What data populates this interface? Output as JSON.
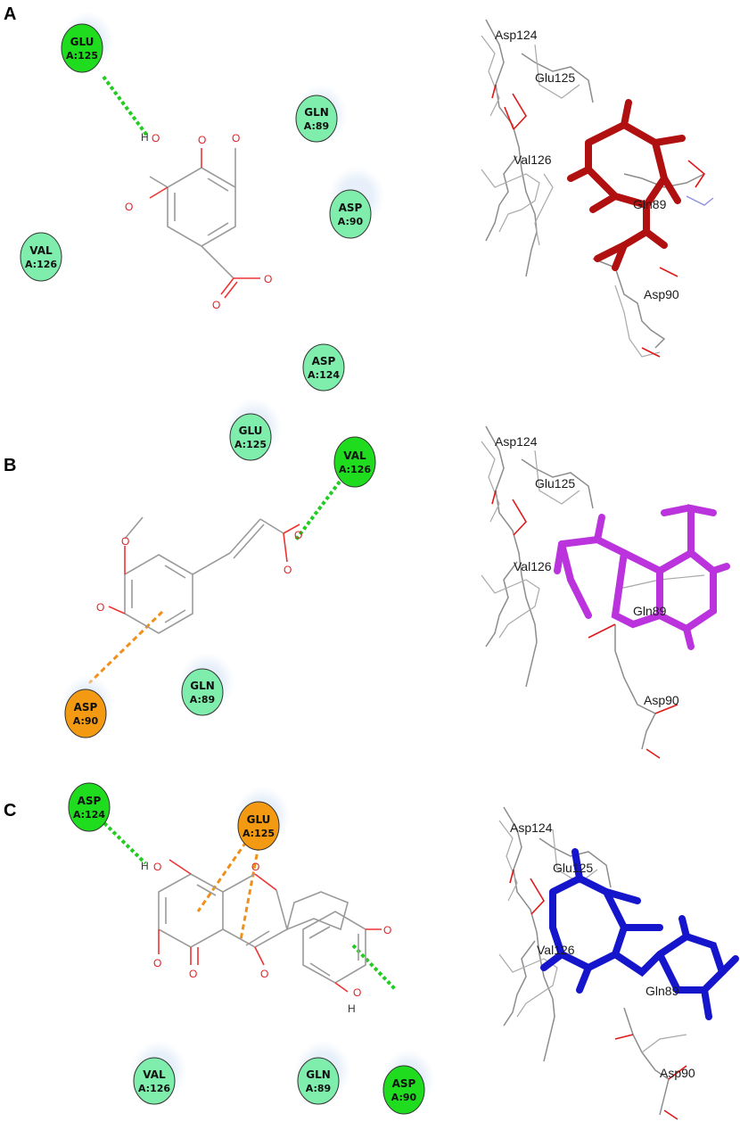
{
  "panels": [
    {
      "label": "A",
      "residues": [
        {
          "name": "GLU",
          "pos": "A:125",
          "type": "hbond"
        },
        {
          "name": "GLN",
          "pos": "A:89",
          "type": "vdw"
        },
        {
          "name": "ASP",
          "pos": "A:90",
          "type": "vdw"
        },
        {
          "name": "VAL",
          "pos": "A:126",
          "type": "vdw"
        },
        {
          "name": "ASP",
          "pos": "A:124",
          "type": "vdw"
        }
      ],
      "labels3d": [
        "Asp124",
        "Glu125",
        "Val126",
        "Gln89",
        "Asp90"
      ]
    },
    {
      "label": "B",
      "residues": [
        {
          "name": "GLU",
          "pos": "A:125",
          "type": "vdw"
        },
        {
          "name": "VAL",
          "pos": "A:126",
          "type": "hbond"
        },
        {
          "name": "ASP",
          "pos": "A:90",
          "type": "pi"
        },
        {
          "name": "GLN",
          "pos": "A:89",
          "type": "vdw"
        }
      ],
      "labels3d": [
        "Asp124",
        "Glu125",
        "Val126",
        "Gln89",
        "Asp90"
      ]
    },
    {
      "label": "C",
      "residues": [
        {
          "name": "ASP",
          "pos": "A:124",
          "type": "hbond"
        },
        {
          "name": "GLU",
          "pos": "A:125",
          "type": "pi"
        },
        {
          "name": "VAL",
          "pos": "A:126",
          "type": "vdw"
        },
        {
          "name": "GLN",
          "pos": "A:89",
          "type": "vdw"
        },
        {
          "name": "ASP",
          "pos": "A:90",
          "type": "hbond"
        }
      ],
      "labels3d": [
        "Asp124",
        "Glu125",
        "Val126",
        "Gln89",
        "Asp90"
      ]
    }
  ],
  "atoms": {
    "oxygen": "O",
    "hydrogen": "H"
  },
  "colors": {
    "hbond": "#1fdc1f",
    "vdw": "#7fedab",
    "pi": "#f39a12",
    "hbond_line": "#22cc22",
    "pi_line": "#f0901a",
    "ligand_A": "#b01010",
    "ligand_B": "#bb33dd",
    "ligand_C": "#1515cc"
  }
}
